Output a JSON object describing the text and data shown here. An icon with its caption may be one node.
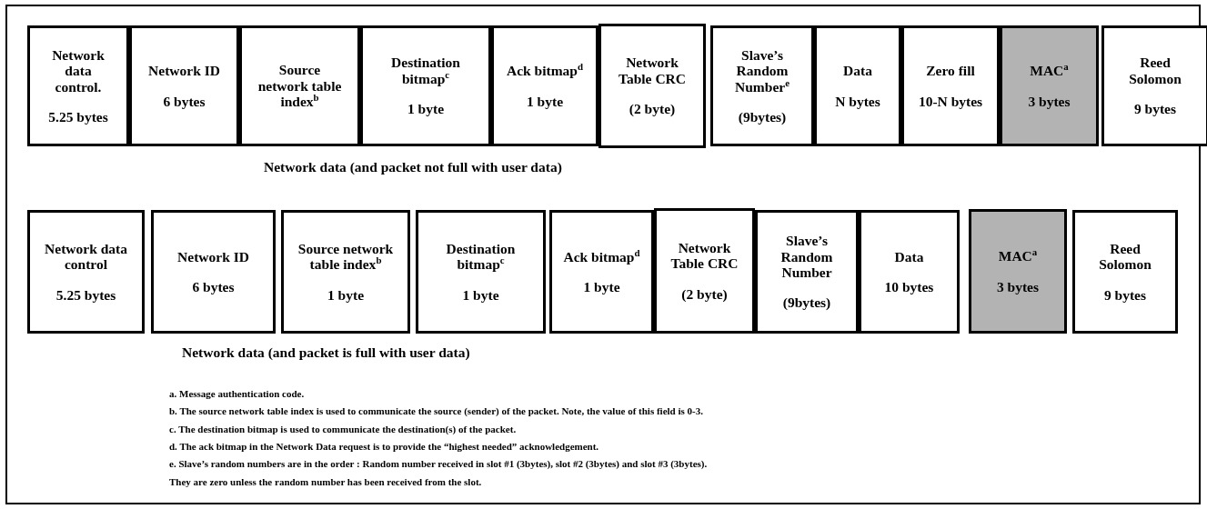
{
  "diagram": {
    "nodes": [
      {
        "text": [
          "Network data control.",
          "5.25 bytes"
        ]
      },
      {
        "text": [
          "Network ID",
          "6 bytes"
        ]
      },
      {
        "text": [
          "Source network table index$^{b}$"
        ]
      },
      {
        "text": [
          "Destination bitmap$^{c}$",
          "1 byte"
        ]
      },
      {
        "text": [
          "Ack bitmap$^{d}$",
          "1 byte"
        ]
      },
      {
        "text": [
          "Network Table CRC",
          "(2 byte)"
        ]
      },
      {
        "text": [
          "Slave’s Random Number$^{e}$",
          "(9bytes)"
        ]
      },
      {
        "text": [
          "Data",
          "N bytes"
        ]
      },
      {
        "text": [
          "Zero fill",
          "10-N bytes"
        ]
      },
      {
        "text": [
          "MAC$^{a}$",
          "3 bytes"
        ]
      },
      {
        "text": [
          "Reed Solomon",
          "9 bytes"
        ]
      },
      {
        "text": [
          "Network data control",
          "5.25 bytes"
        ]
      },
      {
        "text": [
          "Network ID",
          "6 bytes"
        ]
      },
      {
        "text": [
          "Source network table index$^{b}$",
          "1 byte"
        ]
      },
      {
        "text": [
          "Destination bitmap$^{c}$",
          "1 byte"
        ]
      },
      {
        "text": [
          "Ack bitmap$^{d}$",
          "1 byte"
        ]
      },
      {
        "text": [
          "Network Table CRC",
          "(2 byte)"
        ]
      },
      {
        "text": [
          "Slave’s Random Number",
          "(9bytes)"
        ]
      },
      {
        "text": [
          "Data",
          "10 bytes"
        ]
      },
      {
        "text": [
          "MAC$^{a}$",
          "3 bytes"
        ]
      },
      {
        "text": [
          "Reed Solomon",
          "9 bytes"
        ]
      }
    ],
    "edges": [],
    "labels": [
      "Network data (and packet not full with user data)",
      "Network data (and packet is full with user data)",
      "a. Message authentication code.",
      "b. The source network table index is used to communicate the source (sender) of the packet. Note, the value of this field is 0-3.",
      "c. The destination bitmap is used to communicate the destination(s) of the packet.",
      "d. The ack bitmap in the Network Data request is to provide the “highest needed” acknowledgement.",
      "e. Slave’s random numbers are in the order : Random number received in slot #1 (3bytes), slot #2 (3bytes) and slot #3 (3bytes).",
      "They are zero unless the random number has been received from the slot."
    ]
  }
}
